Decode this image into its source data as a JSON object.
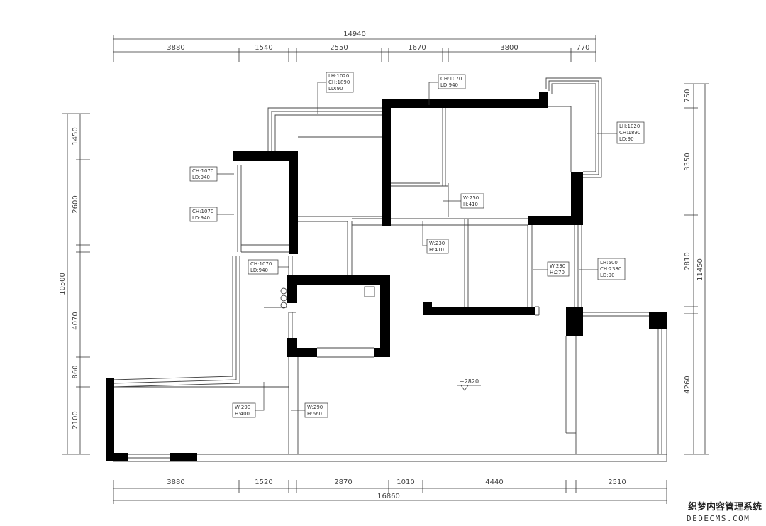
{
  "top_dimensions": {
    "total": "14940",
    "segments": [
      "3880",
      "1540",
      "2550",
      "1670",
      "3800",
      "770"
    ]
  },
  "bottom_dimensions": {
    "total": "16860",
    "segments": [
      "3880",
      "1520",
      "2870",
      "1010",
      "4440",
      "2510"
    ]
  },
  "left_dimensions": {
    "total": "10500",
    "segments": [
      "1450",
      "2600",
      "4070",
      "860",
      "2100"
    ]
  },
  "right_dimensions": {
    "total": "11450",
    "segments": [
      "750",
      "3350",
      "2810",
      "4260"
    ]
  },
  "openings": [
    {
      "lines": [
        "LH:1020",
        "CH:1890",
        "LD:90"
      ]
    },
    {
      "lines": [
        "CH:1070",
        "LD:940"
      ]
    },
    {
      "lines": [
        "LH:1020",
        "CH:1890",
        "LD:90"
      ]
    },
    {
      "lines": [
        "CH:1070",
        "LD:940"
      ]
    },
    {
      "lines": [
        "CH:1070",
        "LD:940"
      ]
    },
    {
      "lines": [
        "W:250",
        "H:410"
      ]
    },
    {
      "lines": [
        "W:230",
        "H:410"
      ]
    },
    {
      "lines": [
        "CH:1070",
        "LD:940"
      ]
    },
    {
      "lines": [
        "W:230",
        "H:270"
      ]
    },
    {
      "lines": [
        "LH:500",
        "CH:2380",
        "LD:90"
      ]
    },
    {
      "lines": [
        "W:290",
        "H:400"
      ]
    },
    {
      "lines": [
        "W:290",
        "H:660"
      ]
    }
  ],
  "elevation": "+2820",
  "watermark": {
    "line1": "织梦内容管理系统",
    "line2": "DEDECMS.COM"
  }
}
